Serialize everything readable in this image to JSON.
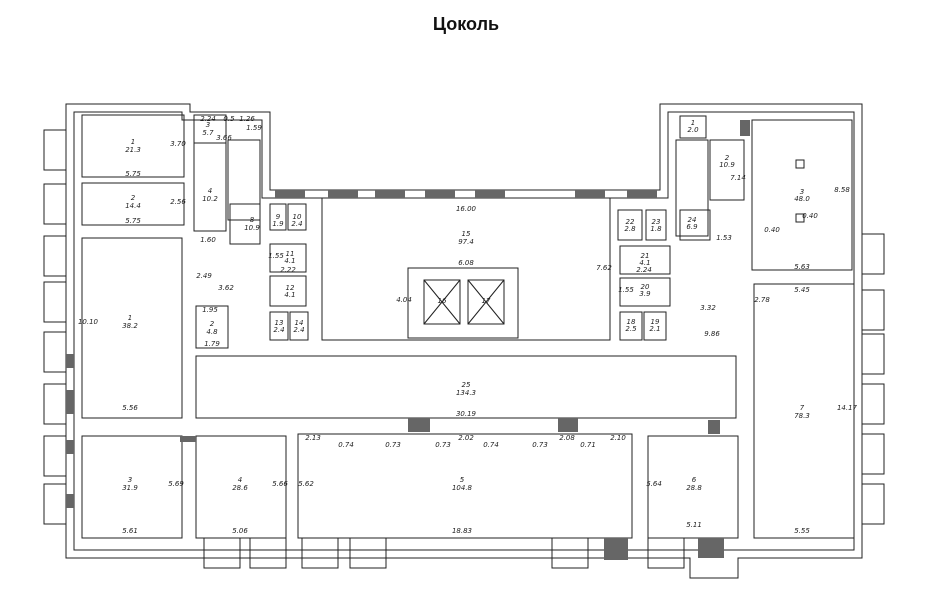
{
  "title": "Цоколь",
  "rooms": [
    {
      "id": "r1a",
      "num": "1",
      "area": "21.3"
    },
    {
      "id": "r2a",
      "num": "2",
      "area": "14.4"
    },
    {
      "id": "r1b",
      "num": "1",
      "area": "38.2"
    },
    {
      "id": "r3a",
      "num": "3",
      "area": "31.9"
    },
    {
      "id": "r3b",
      "num": "3",
      "area": "5.7"
    },
    {
      "id": "r4a",
      "num": "4",
      "area": "10.2"
    },
    {
      "id": "r8",
      "num": "8",
      "area": "10.9"
    },
    {
      "id": "r9",
      "num": "9",
      "area": "1.9"
    },
    {
      "id": "r10",
      "num": "10",
      "area": "2.4"
    },
    {
      "id": "r11",
      "num": "11",
      "area": "4.1"
    },
    {
      "id": "r12",
      "num": "12",
      "area": "4.1"
    },
    {
      "id": "r13",
      "num": "13",
      "area": "2.4"
    },
    {
      "id": "r14",
      "num": "14",
      "area": "2.4"
    },
    {
      "id": "r2b",
      "num": "2",
      "area": "4.8"
    },
    {
      "id": "r15",
      "num": "15",
      "area": "97.4"
    },
    {
      "id": "r16",
      "num": "16",
      "area": ""
    },
    {
      "id": "r17",
      "num": "17",
      "area": ""
    },
    {
      "id": "r25",
      "num": "25",
      "area": "134.3"
    },
    {
      "id": "r4b",
      "num": "4",
      "area": "28.6"
    },
    {
      "id": "r5",
      "num": "5",
      "area": "104.8"
    },
    {
      "id": "r6",
      "num": "6",
      "area": "28.8"
    },
    {
      "id": "r22",
      "num": "22",
      "area": "2.8"
    },
    {
      "id": "r23",
      "num": "23",
      "area": "1.8"
    },
    {
      "id": "r24",
      "num": "24",
      "area": "6.9"
    },
    {
      "id": "r21",
      "num": "21",
      "area": "4.1"
    },
    {
      "id": "r20",
      "num": "20",
      "area": "3.9"
    },
    {
      "id": "r18",
      "num": "18",
      "area": "2.5"
    },
    {
      "id": "r19",
      "num": "19",
      "area": "2.1"
    },
    {
      "id": "r1c",
      "num": "1",
      "area": "2.0"
    },
    {
      "id": "r2c",
      "num": "2",
      "area": "10.9"
    },
    {
      "id": "r3c",
      "num": "3",
      "area": "48.0"
    },
    {
      "id": "r7",
      "num": "7",
      "area": "78.3"
    }
  ],
  "dims": [
    "3.70",
    "5.75",
    "2.56",
    "5.75",
    "10.10",
    "5.56",
    "5.61",
    "5.69",
    "2.24",
    "0.5",
    "1.26",
    "1.59",
    "3.66",
    "1.60",
    "2.49",
    "3.62",
    "1.95",
    "1.79",
    "1.55",
    "2.22",
    "16.00",
    "6.08",
    "4.04",
    "7.62",
    "30.19",
    "2.13",
    "0.74",
    "0.73",
    "0.73",
    "2.02",
    "0.74",
    "0.73",
    "2.08",
    "0.71",
    "2.10",
    "5.62",
    "5.66",
    "5.06",
    "18.83",
    "5.64",
    "5.11",
    "1.53",
    "2.24",
    "7.14",
    "1.55",
    "3.32",
    "9.86",
    "8.58",
    "0.40",
    "0.40",
    "5.63",
    "5.45",
    "2.78",
    "14.17",
    "5.55"
  ]
}
